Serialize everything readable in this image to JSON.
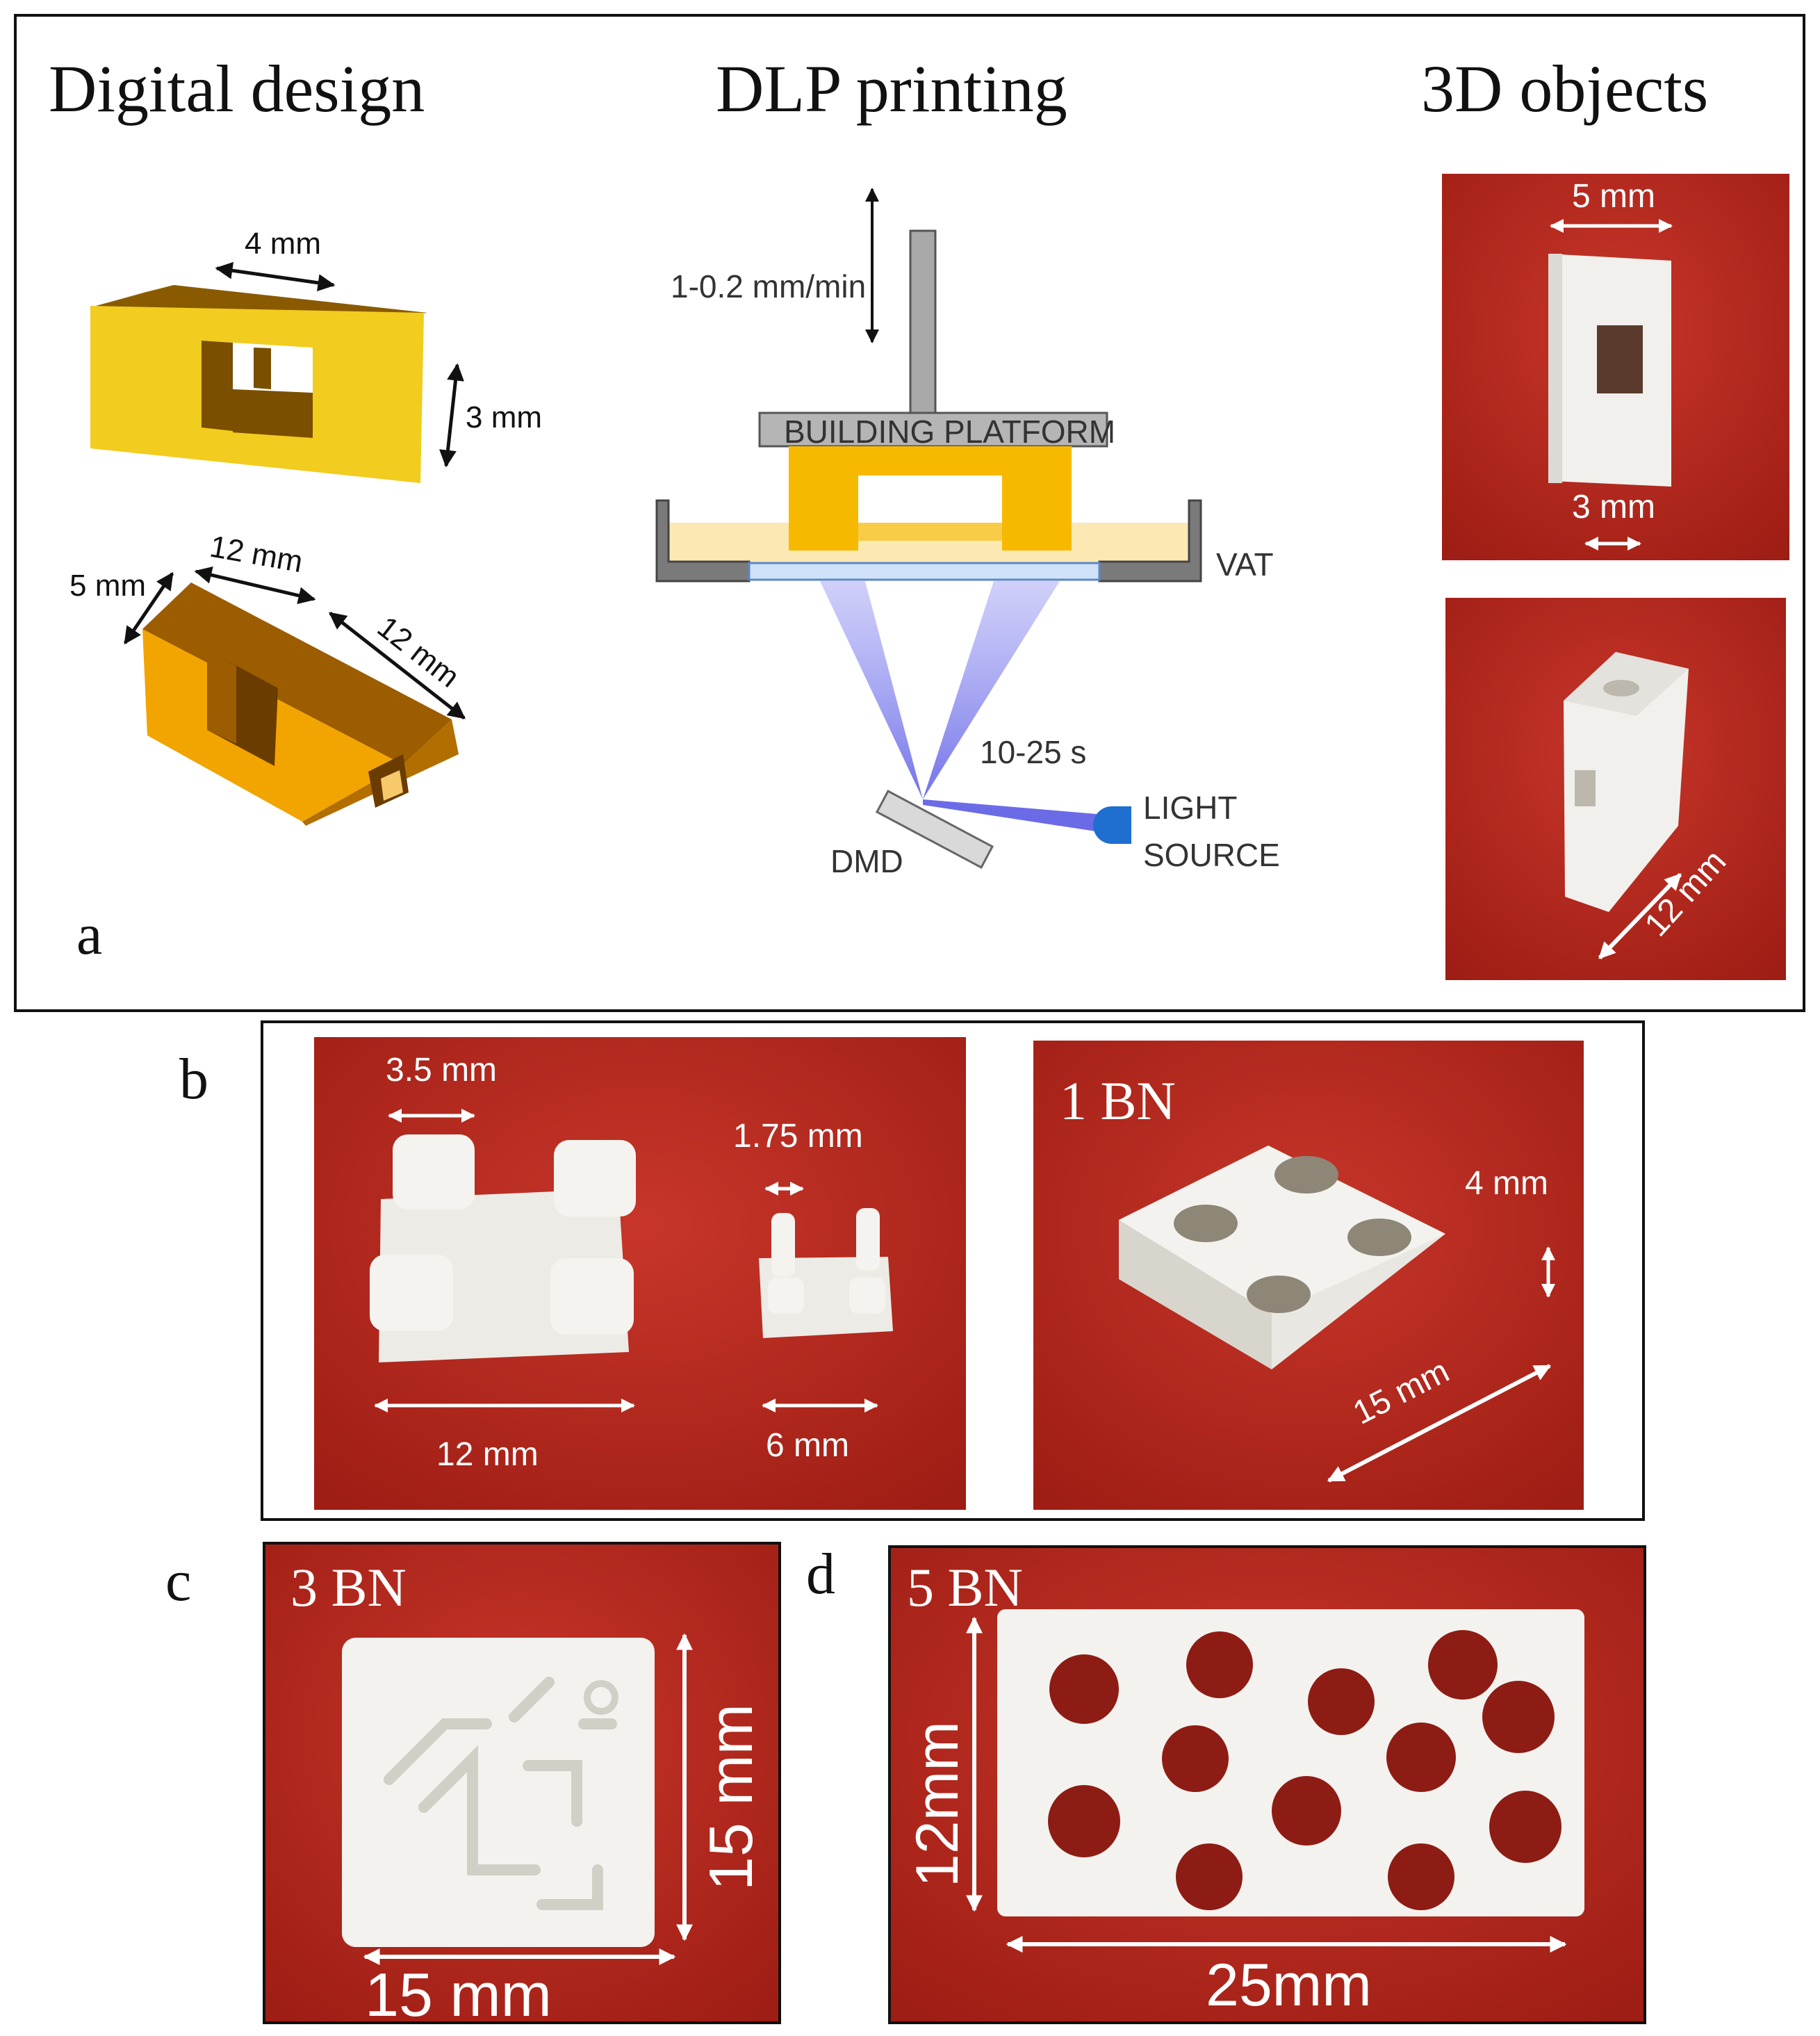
{
  "panel_a": {
    "letter": "a",
    "headings": {
      "digital_design": "Digital design",
      "dlp_printing": "DLP printing",
      "objects_3d": "3D objects"
    },
    "design_dims": {
      "top_width": "4 mm",
      "top_height": "3 mm",
      "bottom_side": "5 mm",
      "bottom_length1": "12 mm",
      "bottom_length2": "12 mm"
    },
    "printer": {
      "speed": "1-0.2 mm/min",
      "platform": "BUILDING PLATFORM",
      "vat": "VAT",
      "exposure": "10-25 s",
      "dmd": "DMD",
      "light_line1": "LIGHT",
      "light_line2": "SOURCE"
    },
    "object_dims": {
      "width": "5 mm",
      "hole": "3 mm",
      "length": "12 mm"
    }
  },
  "panel_b": {
    "letter": "b",
    "pillar_large": "3.5 mm",
    "pillar_small": "1.75 mm",
    "base_large": "12 mm",
    "base_small": "6 mm",
    "grid_label": "1 BN",
    "grid_height": "4 mm",
    "grid_side": "15 mm"
  },
  "panel_c": {
    "letter": "c",
    "label": "3 BN",
    "height": "15 mm",
    "width": "15 mm"
  },
  "panel_d": {
    "letter": "d",
    "label": "5 BN",
    "height": "12mm",
    "width": "25mm"
  },
  "colors": {
    "background_photo": "#b3241a",
    "yellow_model": "#f2cc1e",
    "orange_model": "#f2a400",
    "light_beam": "#8c8cf0",
    "light_source": "#1f6fd1"
  }
}
